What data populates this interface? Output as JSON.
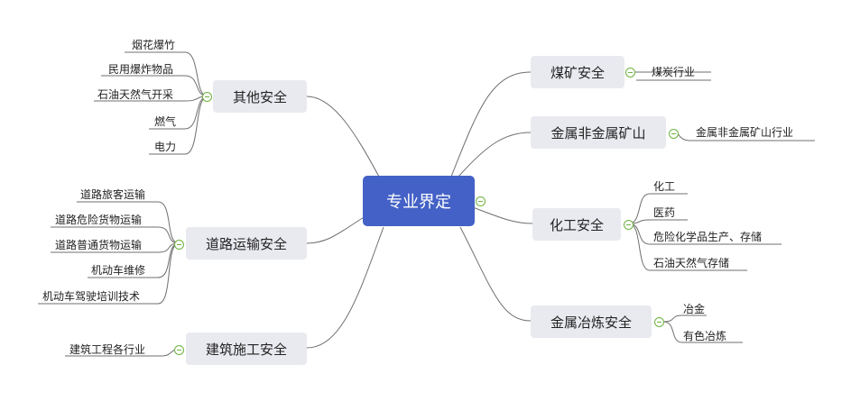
{
  "center": {
    "label": "专业界定"
  },
  "branches": {
    "coal": {
      "label": "煤矿安全",
      "leaves": [
        "煤炭行业"
      ]
    },
    "metal_mine": {
      "label": "金属非金属矿山",
      "leaves": [
        "金属非金属矿山行业"
      ]
    },
    "chemical": {
      "label": "化工安全",
      "leaves": [
        "化工",
        "医药",
        "危险化学品生产、存储",
        "石油天然气存储"
      ]
    },
    "metallurgy": {
      "label": "金属冶炼安全",
      "leaves": [
        "冶金",
        "有色冶炼"
      ]
    },
    "other": {
      "label": "其他安全",
      "leaves": [
        "烟花爆竹",
        "民用爆炸物品",
        "石油天然气开采",
        "燃气",
        "电力"
      ]
    },
    "road": {
      "label": "道路运输安全",
      "leaves": [
        "道路旅客运输",
        "道路危险货物运输",
        "道路普通货物运输",
        "机动车维修",
        "机动车驾驶培训技术"
      ]
    },
    "construction": {
      "label": "建筑施工安全",
      "leaves": [
        "建筑工程各行业"
      ]
    }
  },
  "colors": {
    "center_fill": "#4361c6",
    "branch_fill": "#e9eaf0",
    "line": "#6f6f6f",
    "toggle": "#6db33f"
  }
}
